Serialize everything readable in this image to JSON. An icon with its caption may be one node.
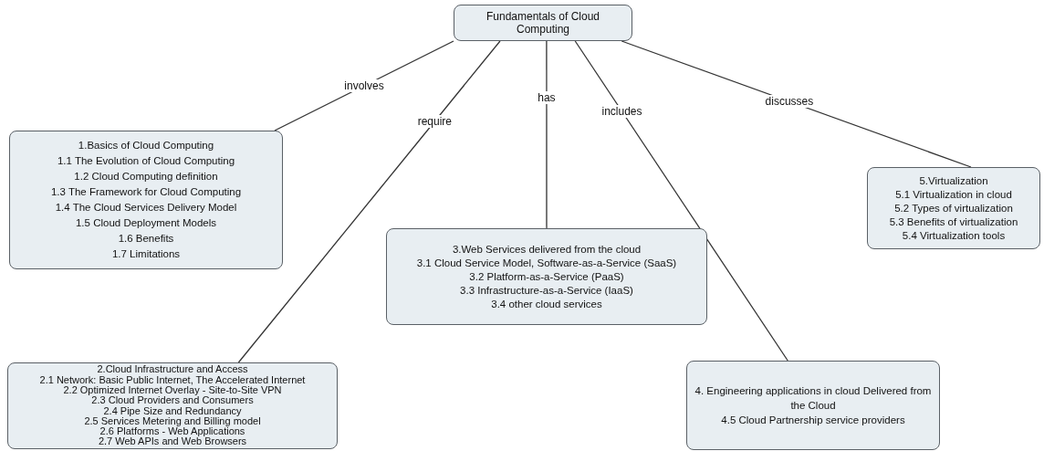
{
  "diagram": {
    "nodes": [
      {
        "text": [
          "Fundamentals of Cloud Computing"
        ]
      },
      {
        "text": [
          "1.Basics of Cloud Computing",
          "1.1 The Evolution of Cloud Computing",
          "1.2 Cloud Computing definition",
          "1.3 The Framework for Cloud Computing",
          "1.4 The Cloud Services Delivery Model",
          "1.5 Cloud Deployment Models",
          "1.6 Benefits",
          "1.7 Limitations"
        ]
      },
      {
        "text": [
          "2.Cloud Infrastructure and Access",
          "2.1 Network: Basic Public Internet, The Accelerated Internet",
          "2.2 Optimized Internet Overlay - Site-to-Site VPN",
          "2.3 Cloud Providers and Consumers",
          "2.4 Pipe Size and Redundancy",
          "2.5 Services Metering and Billing model",
          "2.6 Platforms - Web Applications",
          "2.7 Web APIs and Web Browsers"
        ]
      },
      {
        "text": [
          "3.Web Services delivered from the cloud",
          "3.1 Cloud Service Model, Software-as-a-Service (SaaS)",
          "3.2 Platform-as-a-Service (PaaS)",
          "3.3 Infrastructure-as-a-Service (IaaS)",
          "3.4 other cloud services"
        ]
      },
      {
        "text": [
          "4. Engineering applications in cloud Delivered from the Cloud",
          "4.5 Cloud Partnership service providers"
        ]
      },
      {
        "text": [
          "5.Virtualization",
          "5.1 Virtualization in cloud",
          "5.2 Types of virtualization",
          "5.3 Benefits of virtualization",
          "5.4 Virtualization tools"
        ]
      }
    ],
    "edges": [
      {
        "from": 0,
        "to": 1,
        "arrow": "none",
        "label": "involves"
      },
      {
        "from": 0,
        "to": 2,
        "arrow": "none",
        "label": "require"
      },
      {
        "from": 0,
        "to": 3,
        "arrow": "none",
        "label": "has"
      },
      {
        "from": 0,
        "to": 4,
        "arrow": "none",
        "label": "includes"
      },
      {
        "from": 0,
        "to": 5,
        "arrow": "none",
        "label": "discusses"
      }
    ]
  }
}
